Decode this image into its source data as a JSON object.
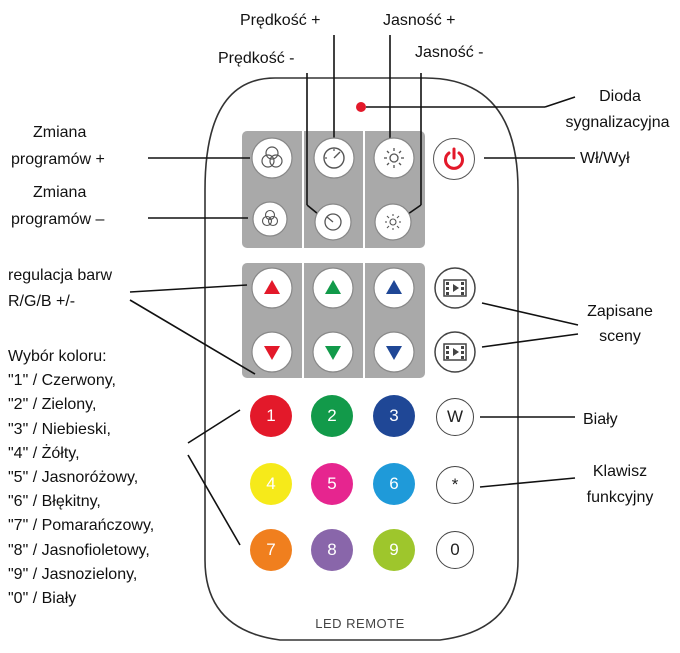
{
  "labels": {
    "speed_plus": "Prędkość +",
    "speed_minus": "Prędkość -",
    "bright_plus": "Jasność +",
    "bright_minus": "Jasność -",
    "diode_line1": "Dioda",
    "diode_line2": "sygnalizacyjna",
    "prog_plus_line1": "Zmiana",
    "prog_plus_line2": "programów +",
    "prog_minus_line1": "Zmiana",
    "prog_minus_line2": "programów –",
    "power": "Wł/Wył",
    "rgb_line1": "regulacja barw",
    "rgb_line2": "R/G/B +/-",
    "scenes_line1": "Zapisane",
    "scenes_line2": "sceny",
    "white": "Biały",
    "func_line1": "Klawisz",
    "func_line2": "funkcyjny"
  },
  "color_legend": [
    "Wybór koloru:",
    "\"1\" / Czerwony,",
    "\"2\" / Zielony,",
    "\"3\" / Niebieski,",
    "\"4\" / Żółty,",
    "\"5\" / Jasnoróżowy,",
    "\"6\" / Błękitny,",
    "\"7\" / Pomarańczowy,",
    "\"8\" / Jasnofioletowy,",
    "\"9\" / Jasnozielony,",
    "\"0\" / Biały"
  ],
  "remote": {
    "brand": "LED REMOTE",
    "number_buttons": [
      {
        "label": "1",
        "color": "#e3192a"
      },
      {
        "label": "2",
        "color": "#129a4a"
      },
      {
        "label": "3",
        "color": "#1f4796"
      },
      {
        "label": "4",
        "color": "#f6ea1a"
      },
      {
        "label": "5",
        "color": "#e6258f"
      },
      {
        "label": "6",
        "color": "#1f9ad9"
      },
      {
        "label": "7",
        "color": "#f07f1e"
      },
      {
        "label": "8",
        "color": "#8966aa"
      },
      {
        "label": "9",
        "color": "#9ec62c"
      }
    ],
    "white_buttons": [
      {
        "label": "W"
      },
      {
        "label": "*"
      },
      {
        "label": "0"
      }
    ],
    "arrow_colors": {
      "red": "#e3192a",
      "green": "#129a4a",
      "blue": "#1f4796"
    },
    "power_color": "#e3192a",
    "led_color": "#e3192a",
    "panel_color": "#a9a9a9"
  }
}
